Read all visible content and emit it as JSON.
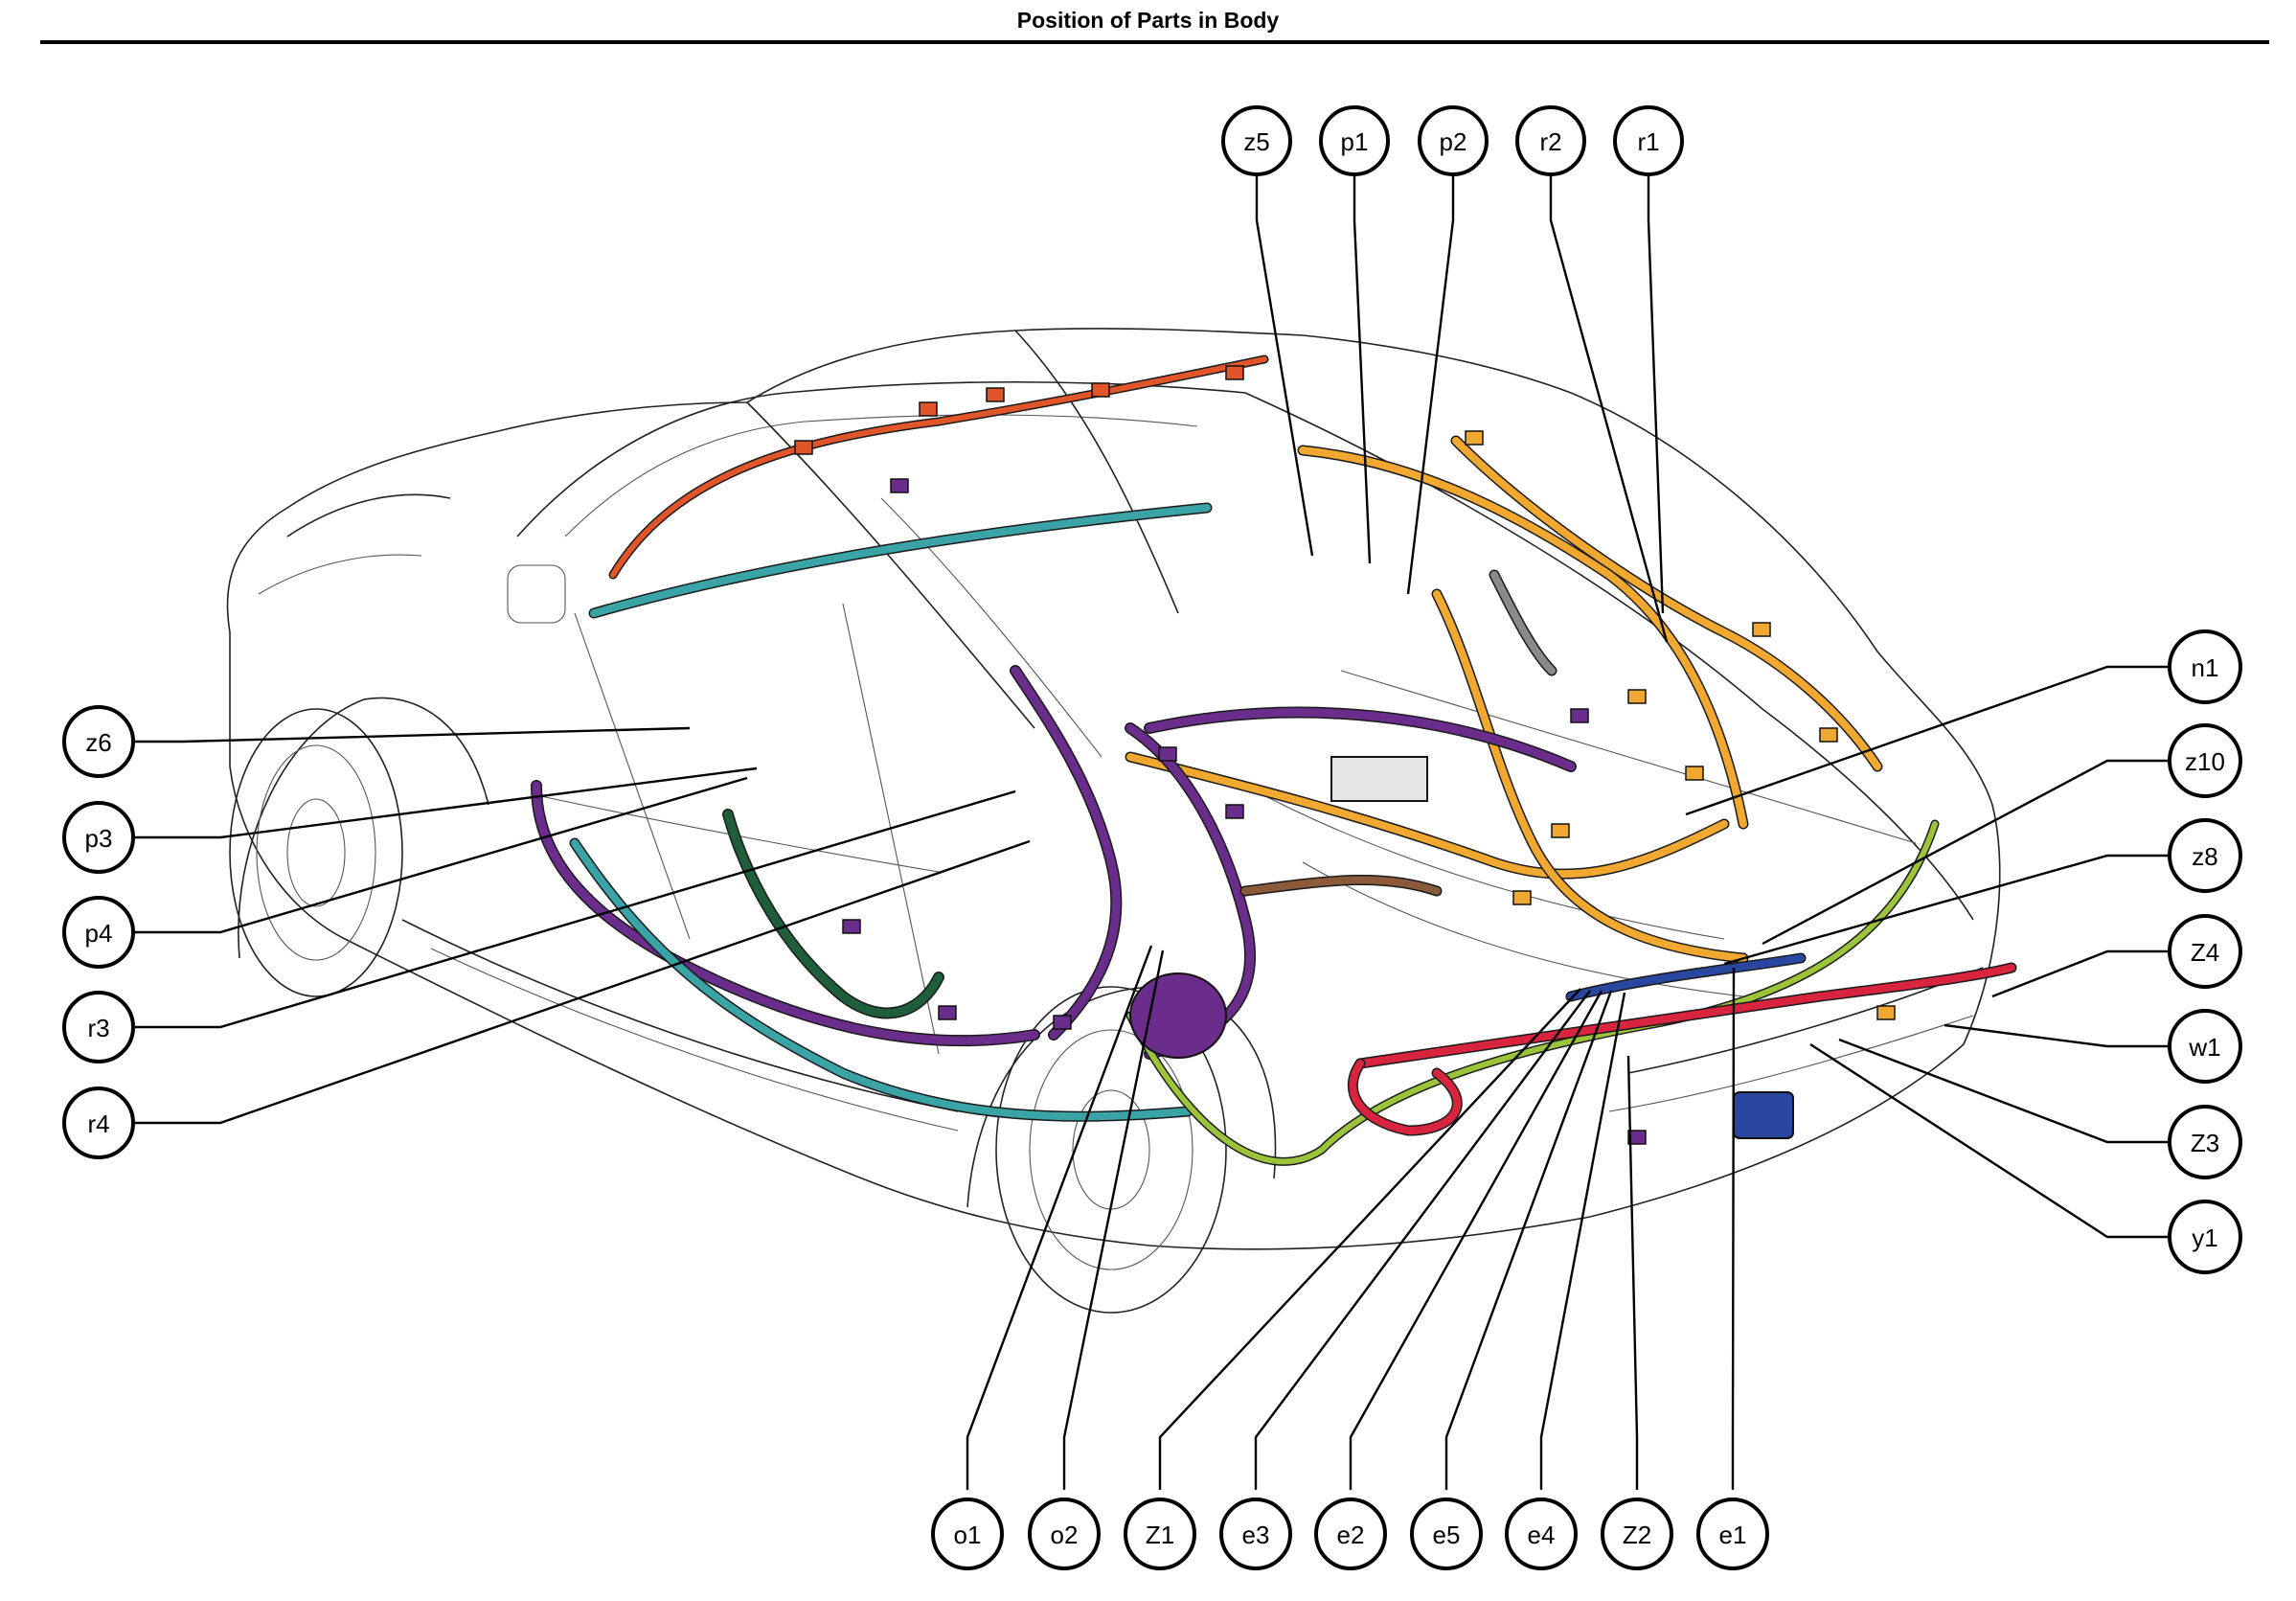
{
  "page_title": "Position of Parts in Body",
  "callouts": [
    {
      "id": "z5",
      "label": "z5"
    },
    {
      "id": "p1",
      "label": "p1"
    },
    {
      "id": "p2",
      "label": "p2"
    },
    {
      "id": "r2",
      "label": "r2"
    },
    {
      "id": "r1",
      "label": "r1"
    },
    {
      "id": "n1",
      "label": "n1"
    },
    {
      "id": "z10",
      "label": "z10"
    },
    {
      "id": "z8",
      "label": "z8"
    },
    {
      "id": "Z4",
      "label": "Z4"
    },
    {
      "id": "w1",
      "label": "w1"
    },
    {
      "id": "Z3",
      "label": "Z3"
    },
    {
      "id": "y1",
      "label": "y1"
    },
    {
      "id": "z6",
      "label": "z6"
    },
    {
      "id": "p3",
      "label": "p3"
    },
    {
      "id": "p4",
      "label": "p4"
    },
    {
      "id": "r3",
      "label": "r3"
    },
    {
      "id": "r4",
      "label": "r4"
    },
    {
      "id": "o1",
      "label": "o1"
    },
    {
      "id": "o2",
      "label": "o2"
    },
    {
      "id": "Z1",
      "label": "Z1"
    },
    {
      "id": "e3",
      "label": "e3"
    },
    {
      "id": "e2",
      "label": "e2"
    },
    {
      "id": "e5",
      "label": "e5"
    },
    {
      "id": "e4",
      "label": "e4"
    },
    {
      "id": "Z2",
      "label": "Z2"
    },
    {
      "id": "e1",
      "label": "e1"
    }
  ],
  "harness_colors": {
    "orange": "#f0a830",
    "purple": "#6b2d8c",
    "teal": "#3aa3a6",
    "red_orange": "#e0562a",
    "dark_green": "#1f5e3a",
    "red": "#d9243f",
    "lime": "#9cc43a",
    "blue": "#2a47a0",
    "brown": "#8a5a3a",
    "grey": "#8a8a8a"
  }
}
